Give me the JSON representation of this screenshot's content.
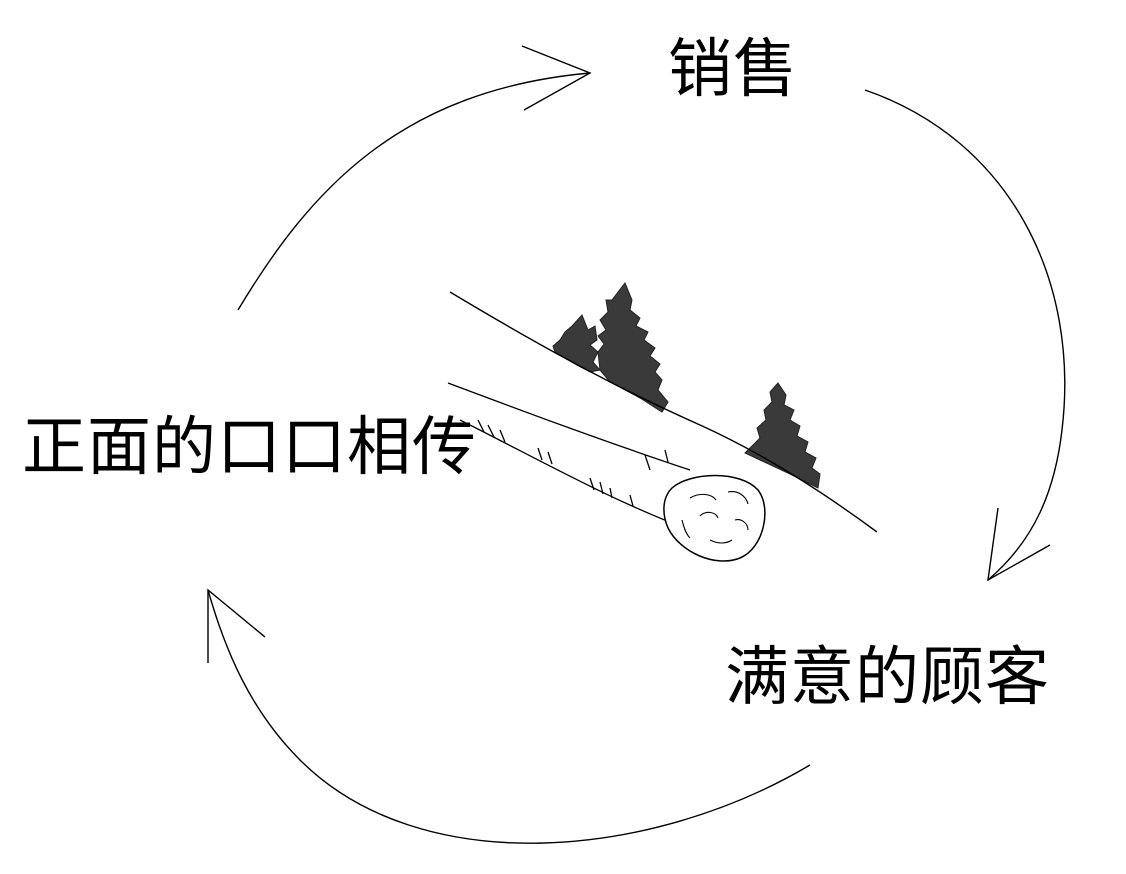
{
  "labels": {
    "sales": "销售",
    "satisfied_customer": "满意的顾客",
    "word_of_mouth": "正面的口口相传"
  },
  "colors": {
    "line": "#000000",
    "tree_fill": "#3a3a3a",
    "background": "#ffffff"
  },
  "icons": {
    "center": "snowball-rolling-downhill-illustration"
  }
}
